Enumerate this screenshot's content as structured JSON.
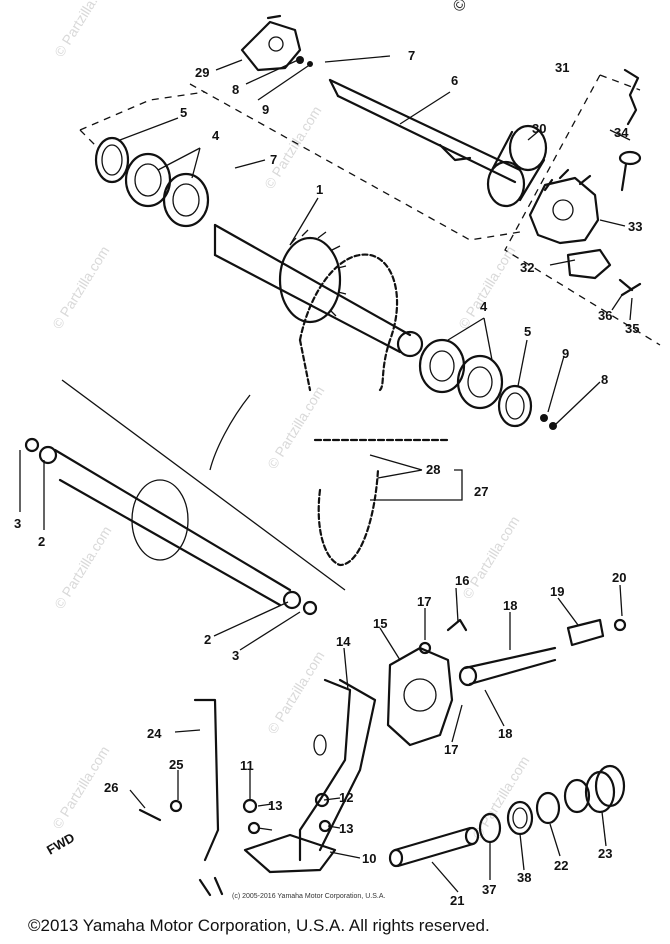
{
  "callouts": [
    {
      "id": "29",
      "text": "29"
    },
    {
      "id": "8a",
      "text": "8"
    },
    {
      "id": "9a",
      "text": "9"
    },
    {
      "id": "7a",
      "text": "7"
    },
    {
      "id": "6",
      "text": "6"
    },
    {
      "id": "31",
      "text": "31"
    },
    {
      "id": "5a",
      "text": "5"
    },
    {
      "id": "4a",
      "text": "4"
    },
    {
      "id": "7b",
      "text": "7"
    },
    {
      "id": "30",
      "text": "30"
    },
    {
      "id": "34",
      "text": "34"
    },
    {
      "id": "1",
      "text": "1"
    },
    {
      "id": "33",
      "text": "33"
    },
    {
      "id": "32",
      "text": "32"
    },
    {
      "id": "36",
      "text": "36"
    },
    {
      "id": "35",
      "text": "35"
    },
    {
      "id": "4b",
      "text": "4"
    },
    {
      "id": "5b",
      "text": "5"
    },
    {
      "id": "9b",
      "text": "9"
    },
    {
      "id": "8b",
      "text": "8"
    },
    {
      "id": "28",
      "text": "28"
    },
    {
      "id": "27",
      "text": "27"
    },
    {
      "id": "3a",
      "text": "3"
    },
    {
      "id": "2a",
      "text": "2"
    },
    {
      "id": "2b",
      "text": "2"
    },
    {
      "id": "3b",
      "text": "3"
    },
    {
      "id": "16",
      "text": "16"
    },
    {
      "id": "20",
      "text": "20"
    },
    {
      "id": "17a",
      "text": "17"
    },
    {
      "id": "18a",
      "text": "18"
    },
    {
      "id": "19",
      "text": "19"
    },
    {
      "id": "15",
      "text": "15"
    },
    {
      "id": "14",
      "text": "14"
    },
    {
      "id": "18b",
      "text": "18"
    },
    {
      "id": "17b",
      "text": "17"
    },
    {
      "id": "24",
      "text": "24"
    },
    {
      "id": "11",
      "text": "11"
    },
    {
      "id": "25",
      "text": "25"
    },
    {
      "id": "26",
      "text": "26"
    },
    {
      "id": "13a",
      "text": "13"
    },
    {
      "id": "12",
      "text": "12"
    },
    {
      "id": "13b",
      "text": "13"
    },
    {
      "id": "10",
      "text": "10"
    },
    {
      "id": "21",
      "text": "21"
    },
    {
      "id": "37",
      "text": "37"
    },
    {
      "id": "38",
      "text": "38"
    },
    {
      "id": "22",
      "text": "22"
    },
    {
      "id": "23",
      "text": "23"
    },
    {
      "id": "fwd",
      "text": "FWD"
    }
  ],
  "watermark": {
    "top": "© Partzilla",
    "repeat": "© Partzilla.com"
  },
  "copyright": {
    "small": "(c) 2005-2016 Yamaha Motor Corporation, U.S.A.",
    "main": "©2013 Yamaha Motor Corporation, U.S.A. All rights reserved."
  }
}
